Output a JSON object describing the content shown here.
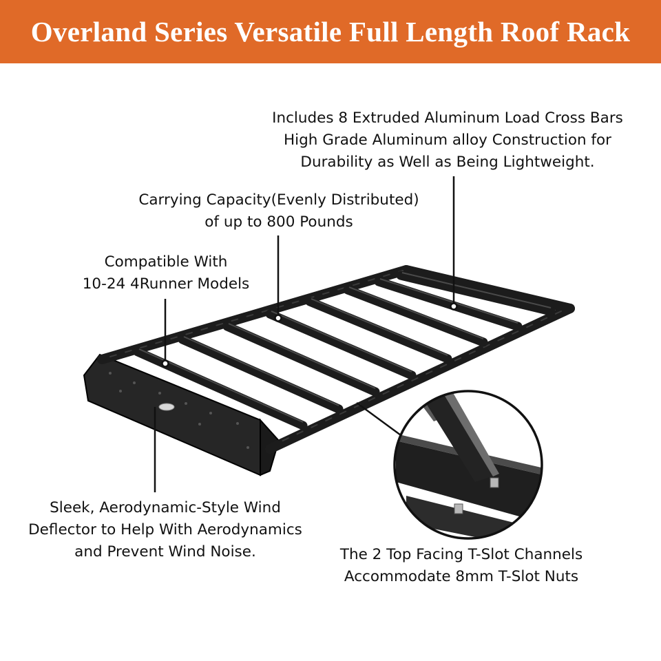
{
  "banner": {
    "title": "Overland Series Versatile Full Length Roof Rack",
    "background": "#e06a28",
    "text_color": "#ffffff"
  },
  "callouts": {
    "crossbars": {
      "lines": [
        "Includes 8 Extruded Aluminum Load Cross Bars",
        "High Grade Aluminum alloy Construction for",
        "Durability as Well as Being Lightweight."
      ]
    },
    "capacity": {
      "lines": [
        "Carrying Capacity(Evenly Distributed)",
        "of up to 800 Pounds"
      ]
    },
    "compatible": {
      "lines": [
        "Compatible With",
        "10-24 4Runner Models"
      ]
    },
    "deflector": {
      "lines": [
        "Sleek, Aerodynamic-Style Wind",
        "Deflector to Help With Aerodynamics",
        "and Prevent Wind Noise."
      ]
    },
    "tslot": {
      "lines": [
        "The 2 Top Facing T-Slot Channels",
        "Accommodate 8mm T-Slot Nuts"
      ]
    }
  },
  "product": {
    "name": "roof-rack",
    "cross_bar_count": 8,
    "finish_color": "#1c1c1c"
  }
}
